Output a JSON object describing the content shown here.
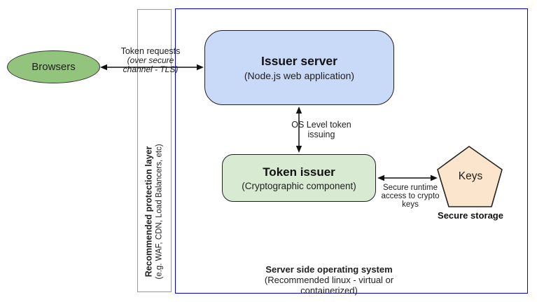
{
  "diagram": {
    "nodes": {
      "browsers": {
        "label": "Browsers",
        "fill": "#93c47d"
      },
      "issuer_server": {
        "title": "Issuer server",
        "subtitle": "(Node.js web application)",
        "fill": "#c9daf8"
      },
      "token_issuer": {
        "title": "Token issuer",
        "subtitle": "(Cryptographic component)",
        "fill": "#d9ead3"
      },
      "keys": {
        "label": "Keys",
        "caption": "Secure storage",
        "fill": "#fce5cd"
      }
    },
    "containers": {
      "protection_layer": {
        "title": "Recommended protection layer",
        "subtitle": "(e.g. WAF, CDN, Load Balancers, etc)",
        "border": "#999999"
      },
      "operating_system": {
        "title": "Server side operating system",
        "subtitle": "(Recommended linux - virtual or containerized)",
        "border": "#0000ee"
      }
    },
    "edges": {
      "token_requests": {
        "line1": "Token requests",
        "line2": "(over secure",
        "line3": "channel - TLS)"
      },
      "os_level": {
        "line1": "OS Level token",
        "line2": "issuing"
      },
      "secure_runtime": {
        "line1": "Secure runtime",
        "line2": "access to crypto",
        "line3": "keys"
      }
    }
  }
}
